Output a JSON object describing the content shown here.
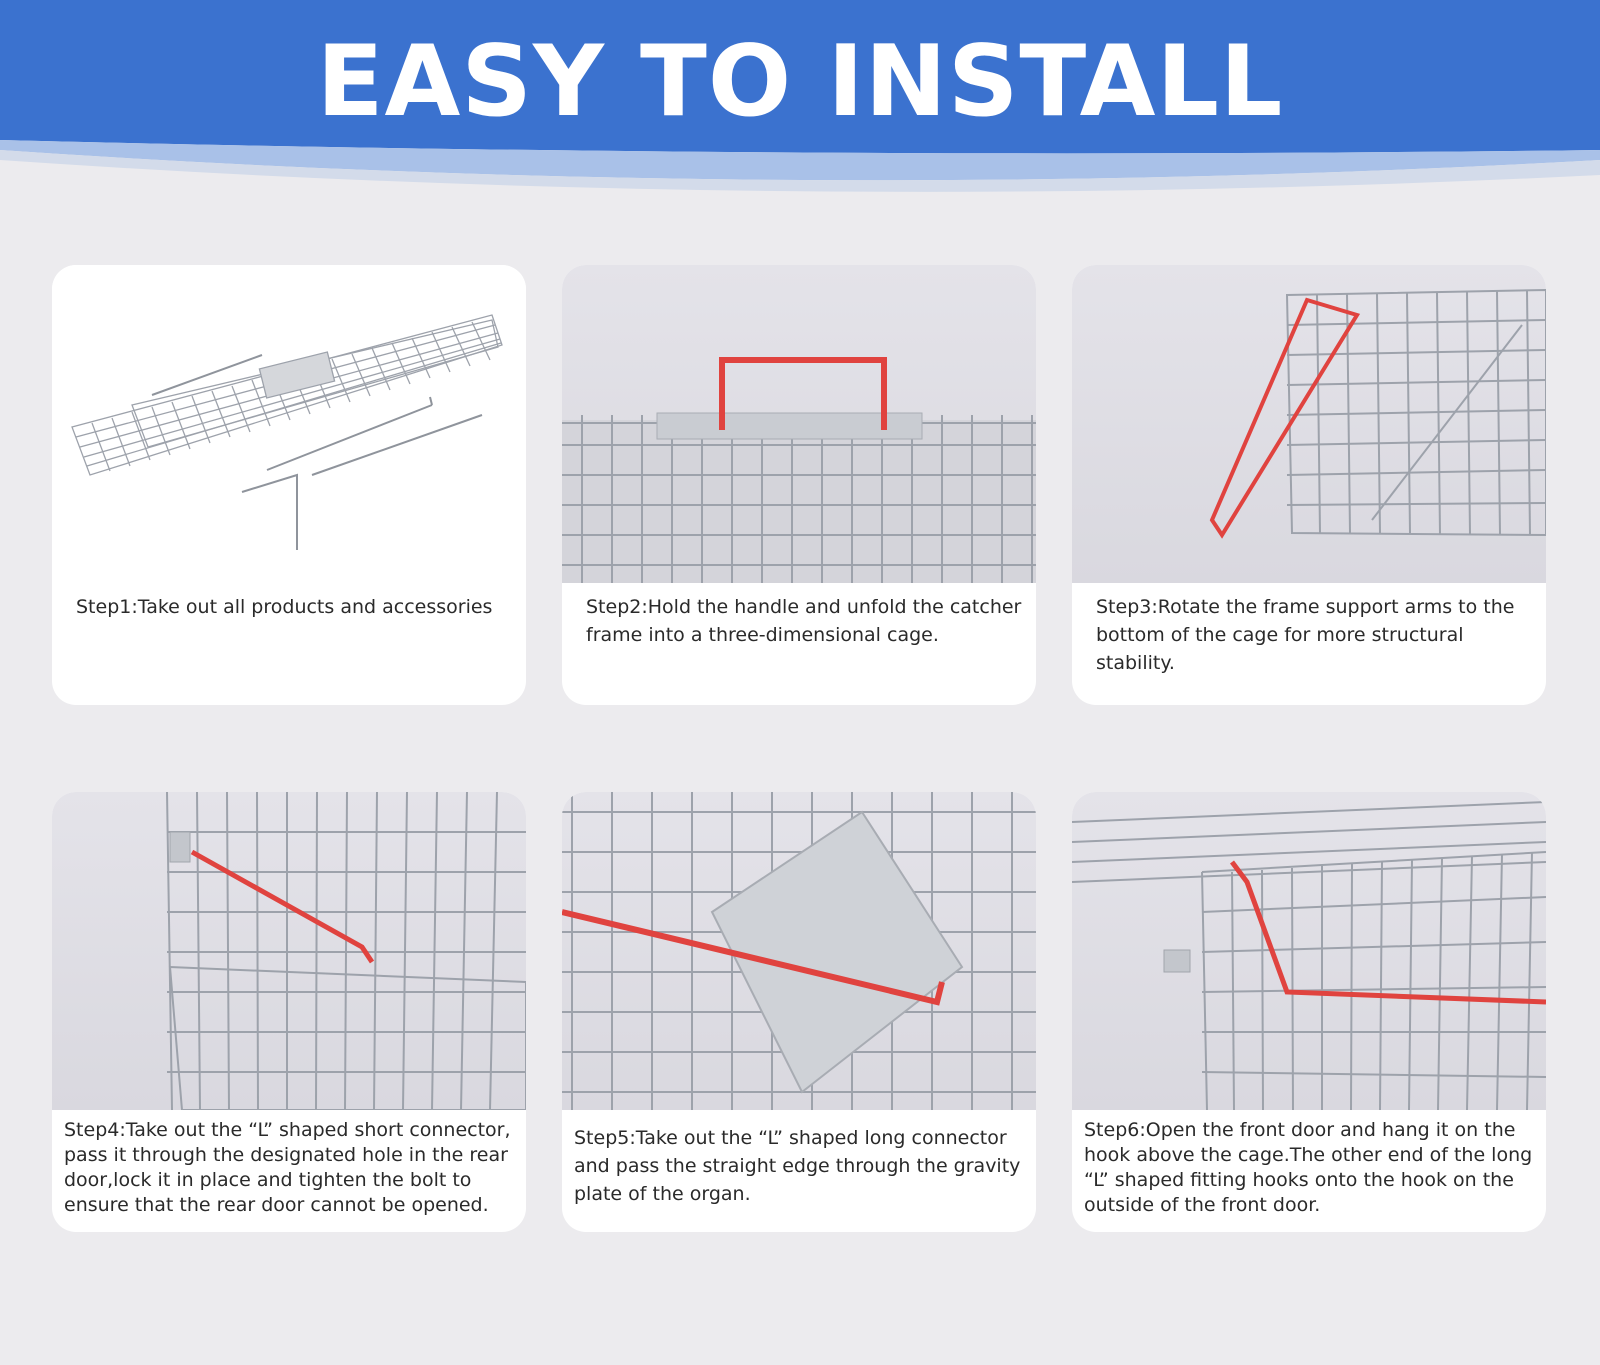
{
  "header": {
    "title": "EASY TO INSTALL",
    "colors": {
      "banner": "#3b72cf",
      "banner_light": "#a9c1e8",
      "page_bg": "#ecebee"
    }
  },
  "steps": [
    {
      "text": "Step1:Take out all products and accessories",
      "photo_icon": "flat-cage-and-rods-image"
    },
    {
      "text": "Step2:Hold the handle and unfold the catcher frame into a three-dimensional cage.",
      "photo_icon": "cage-handle-image"
    },
    {
      "text": "Step3:Rotate the frame support arms to the bottom of the cage for more structural stability.",
      "photo_icon": "support-arm-image"
    },
    {
      "text": "Step4:Take out the “L” shaped short connector, pass it through the designated hole in the rear door,lock it in place and tighten the bolt to ensure  that the rear door cannot be opened.",
      "photo_icon": "short-connector-image"
    },
    {
      "text": "Step5:Take out the “L” shaped long connector and pass the straight edge through the gravity plate of the organ.",
      "photo_icon": "long-connector-image"
    },
    {
      "text": "Step6:Open the front door and hang it on the hook above the cage.The other end of the long “L” shaped fitting hooks onto the hook on the outside of the front door.",
      "photo_icon": "front-door-hook-image"
    }
  ],
  "accent_red": "#e0433f",
  "wire_grey": "#9da2ab"
}
